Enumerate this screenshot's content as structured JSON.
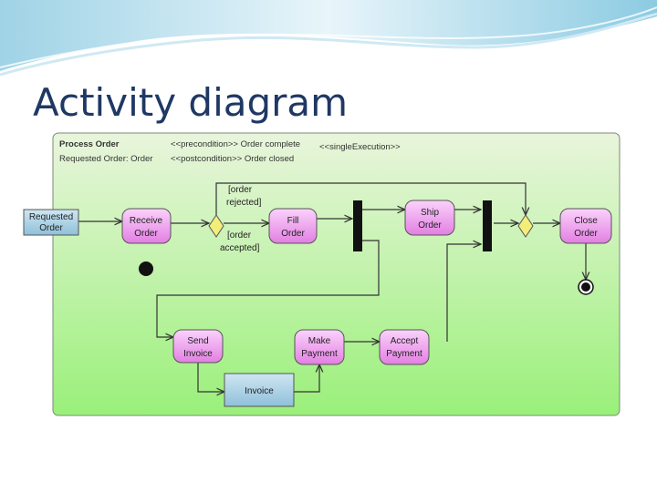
{
  "slide": {
    "title": "Activity diagram"
  },
  "diagram": {
    "frame": {
      "name": "Process Order",
      "parameter": "Requested Order: Order",
      "precondition": "<<precondition>> Order complete",
      "postcondition": "<<postcondition>> Order closed",
      "execution": "<<singleExecution>>"
    },
    "param_node": {
      "line1": "Requested",
      "line2": "Order"
    },
    "actions": {
      "receive_order": {
        "line1": "Receive",
        "line2": "Order"
      },
      "fill_order": {
        "line1": "Fill",
        "line2": "Order"
      },
      "ship_order": {
        "line1": "Ship",
        "line2": "Order"
      },
      "close_order": {
        "line1": "Close",
        "line2": "Order"
      },
      "send_invoice": {
        "line1": "Send",
        "line2": "Invoice"
      },
      "make_payment": {
        "line1": "Make",
        "line2": "Payment"
      },
      "accept_payment": {
        "line1": "Accept",
        "line2": "Payment"
      }
    },
    "object_node": {
      "label": "Invoice"
    },
    "guards": {
      "rejected": {
        "line1": "[order",
        "line2": "rejected]"
      },
      "accepted": {
        "line1": "[order",
        "line2": "accepted]"
      }
    },
    "colors": {
      "action_fill": "#ee82ee",
      "decision_fill": "#f2ee7a",
      "frame_top": "#e9f5dc",
      "frame_bottom": "#9af07a",
      "object_fill": "#a9cfe3"
    }
  }
}
